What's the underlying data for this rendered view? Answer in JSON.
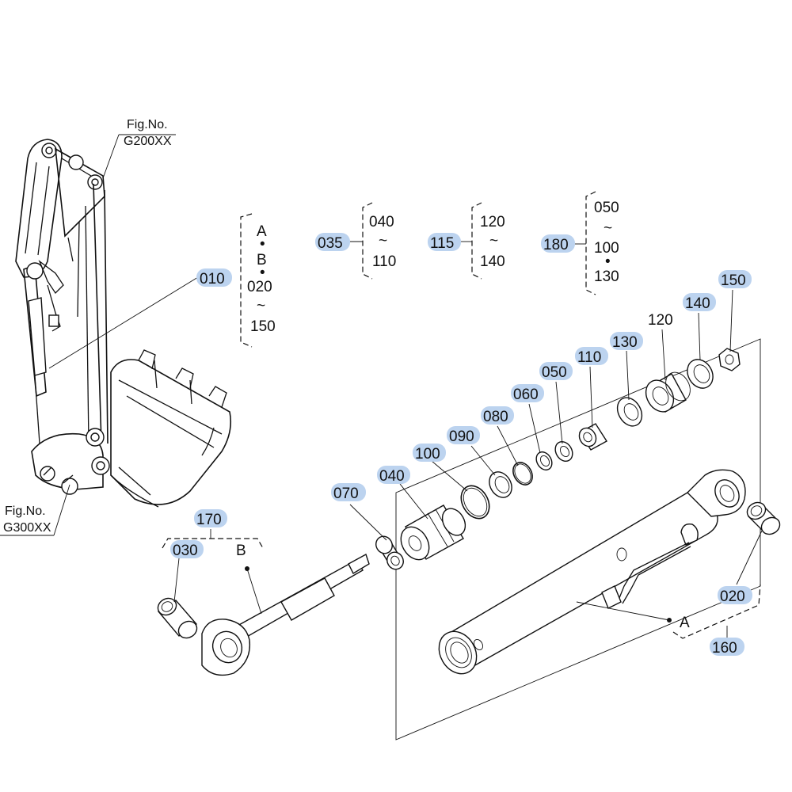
{
  "highlight_color": "#bcd3ef",
  "figure_refs": {
    "upper": {
      "title": "Fig.No.",
      "code": "G200XX"
    },
    "lower": {
      "title": "Fig.No.",
      "code": "G300XX"
    }
  },
  "groups": {
    "g010": {
      "ref": "010",
      "items": [
        "A",
        "•",
        "B",
        "•",
        "020",
        "~",
        "150"
      ]
    },
    "g035": {
      "ref": "035",
      "items": [
        "040",
        "~",
        "110"
      ]
    },
    "g115": {
      "ref": "115",
      "items": [
        "120",
        "~",
        "140"
      ]
    },
    "g180": {
      "ref": "180",
      "items": [
        "050",
        "~",
        "100",
        "•",
        "130"
      ]
    }
  },
  "parts": {
    "p020": "020",
    "p030": "030",
    "p040": "040",
    "p050": "050",
    "p060": "060",
    "p070": "070",
    "p080": "080",
    "p090": "090",
    "p100": "100",
    "p110": "110",
    "p120": "120",
    "p130": "130",
    "p140": "140",
    "p150": "150",
    "p160": "160",
    "p170": "170"
  },
  "markers": {
    "a": "A",
    "b": "B"
  }
}
